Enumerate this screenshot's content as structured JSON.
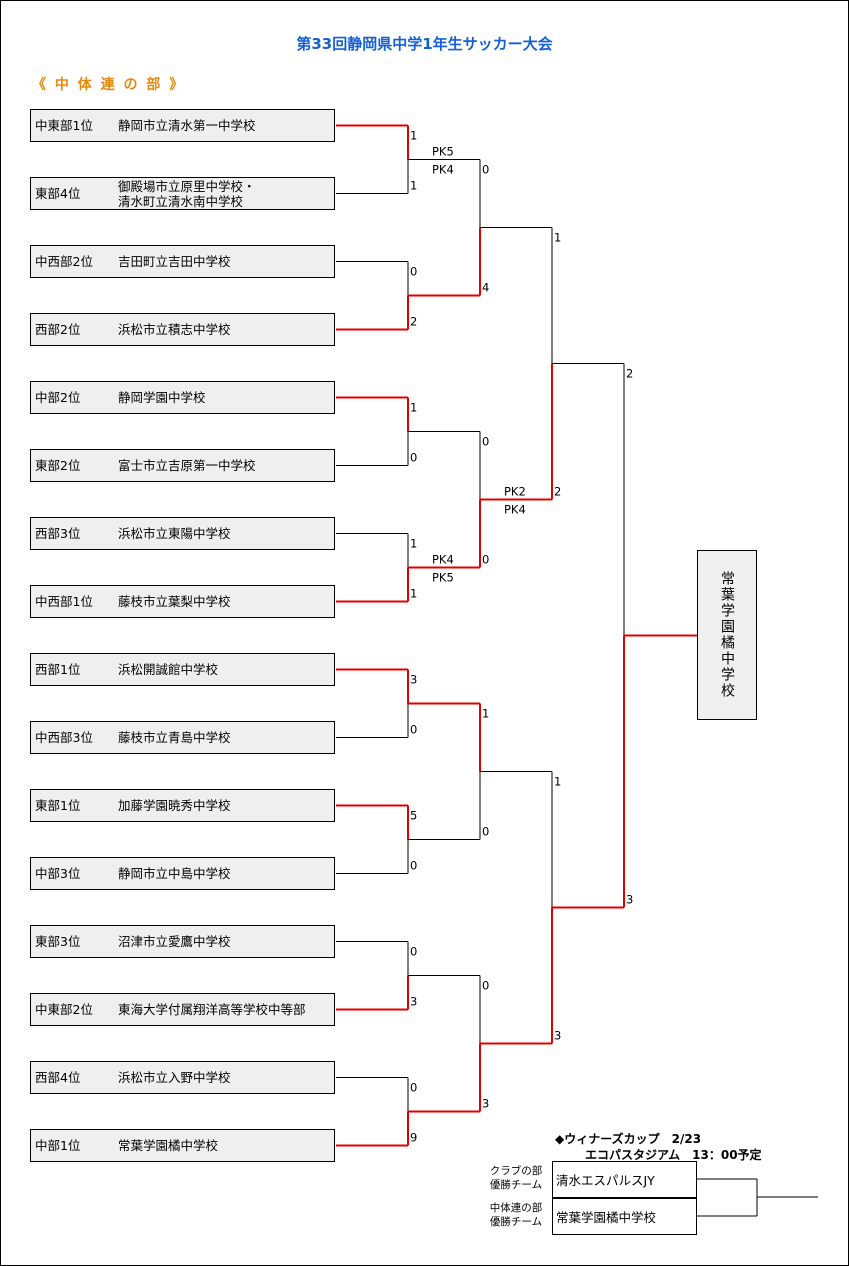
{
  "title": "第33回静岡県中学1年生サッカー大会",
  "section": "《 中 体 連 の 部 》",
  "teams": [
    {
      "rank": "中東部1位",
      "name": "静岡市立清水第一中学校"
    },
    {
      "rank": "東部4位",
      "name": "御殿場市立原里中学校・",
      "name2": "清水町立清水南中学校"
    },
    {
      "rank": "中西部2位",
      "name": "吉田町立吉田中学校"
    },
    {
      "rank": "西部2位",
      "name": "浜松市立積志中学校"
    },
    {
      "rank": "中部2位",
      "name": "静岡学園中学校"
    },
    {
      "rank": "東部2位",
      "name": "富士市立吉原第一中学校"
    },
    {
      "rank": "西部3位",
      "name": "浜松市立東陽中学校"
    },
    {
      "rank": "中西部1位",
      "name": "藤枝市立葉梨中学校"
    },
    {
      "rank": "西部1位",
      "name": "浜松開誠館中学校"
    },
    {
      "rank": "中西部3位",
      "name": "藤枝市立青島中学校"
    },
    {
      "rank": "東部1位",
      "name": "加藤学園暁秀中学校"
    },
    {
      "rank": "中部3位",
      "name": "静岡市立中島中学校"
    },
    {
      "rank": "東部3位",
      "name": "沼津市立愛鷹中学校"
    },
    {
      "rank": "中東部2位",
      "name": "東海大学付属翔洋高等学校中等部"
    },
    {
      "rank": "西部4位",
      "name": "浜松市立入野中学校"
    },
    {
      "rank": "中部1位",
      "name": "常葉学園橘中学校"
    }
  ],
  "round1": [
    {
      "top": "1",
      "bottom": "1",
      "pk_top": "PK5",
      "pk_bottom": "PK4",
      "winner": "top"
    },
    {
      "top": "0",
      "bottom": "2",
      "winner": "bottom"
    },
    {
      "top": "1",
      "bottom": "0",
      "winner": "top"
    },
    {
      "top": "1",
      "bottom": "1",
      "pk_top": "PK4",
      "pk_bottom": "PK5",
      "winner": "bottom"
    },
    {
      "top": "3",
      "bottom": "0",
      "winner": "top"
    },
    {
      "top": "5",
      "bottom": "0",
      "winner": "top"
    },
    {
      "top": "0",
      "bottom": "3",
      "winner": "bottom"
    },
    {
      "top": "0",
      "bottom": "9",
      "winner": "bottom"
    }
  ],
  "round2": [
    {
      "top": "0",
      "bottom": "4",
      "winner": "bottom"
    },
    {
      "top": "0",
      "bottom": "0",
      "pk_top": "PK2",
      "pk_bottom": "PK4",
      "winner": "bottom"
    },
    {
      "top": "1",
      "bottom": "0",
      "winner": "top"
    },
    {
      "top": "0",
      "bottom": "3",
      "winner": "bottom"
    }
  ],
  "semis": [
    {
      "top": "1",
      "bottom": "2",
      "winner": "bottom"
    },
    {
      "top": "1",
      "bottom": "3",
      "winner": "bottom"
    }
  ],
  "final": {
    "top": "2",
    "bottom": "3",
    "winner": "bottom"
  },
  "champion": "常葉学園橘中学校",
  "winners_cup": {
    "title": "◆ウィナーズカップ　2/23",
    "venue": "エコパスタジアム　13：00予定",
    "club_label_1": "クラブの部",
    "club_label_2": "優勝チーム",
    "club_team": "清水エスパルスJY",
    "chutairen_label_1": "中体連の部",
    "chutairen_label_2": "優勝チーム",
    "chutairen_team": "常葉学園橘中学校"
  },
  "colors": {
    "title": "#1560d4",
    "section": "#e58a0e",
    "winner_line": "#e00000",
    "line": "#000000",
    "box": "#efefef"
  }
}
